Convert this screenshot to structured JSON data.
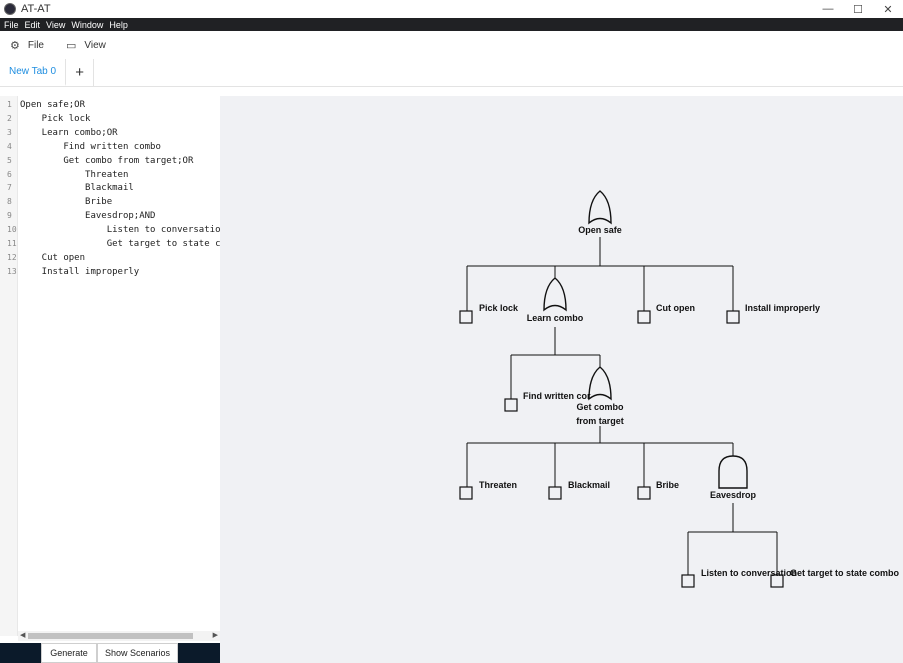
{
  "window": {
    "title": "AT-AT",
    "minimize": "—",
    "maximize": "☐",
    "close": "✕"
  },
  "menu": [
    "File",
    "Edit",
    "View",
    "Window",
    "Help"
  ],
  "toolbar": {
    "file_label": "File",
    "view_label": "View"
  },
  "tabs": {
    "active": "New Tab 0",
    "add": "+"
  },
  "editor": {
    "lines": [
      {
        "n": "1",
        "text": "Open safe;OR"
      },
      {
        "n": "2",
        "text": "    Pick lock"
      },
      {
        "n": "3",
        "text": "    Learn combo;OR"
      },
      {
        "n": "4",
        "text": "        Find written combo"
      },
      {
        "n": "5",
        "text": "        Get combo from target;OR"
      },
      {
        "n": "6",
        "text": "            Threaten"
      },
      {
        "n": "7",
        "text": "            Blackmail"
      },
      {
        "n": "8",
        "text": "            Bribe"
      },
      {
        "n": "9",
        "text": "            Eavesdrop;AND"
      },
      {
        "n": "10",
        "text": "                Listen to conversation"
      },
      {
        "n": "11",
        "text": "                Get target to state combo"
      },
      {
        "n": "12",
        "text": "    Cut open"
      },
      {
        "n": "13",
        "text": "    Install improperly"
      }
    ]
  },
  "buttons": {
    "generate": "Generate",
    "show_scenarios": "Show Scenarios"
  },
  "tree": {
    "open_safe": "Open safe",
    "pick_lock": "Pick lock",
    "learn_combo": "Learn combo",
    "cut_open": "Cut open",
    "install_improperly": "Install improperly",
    "find_written_combo": "Find written cor",
    "get_combo_line1": "Get combo",
    "get_combo_line2": "from target",
    "threaten": "Threaten",
    "blackmail": "Blackmail",
    "bribe": "Bribe",
    "eavesdrop": "Eavesdrop",
    "listen": "Listen to conversation",
    "get_target": "Get target to state combo"
  }
}
